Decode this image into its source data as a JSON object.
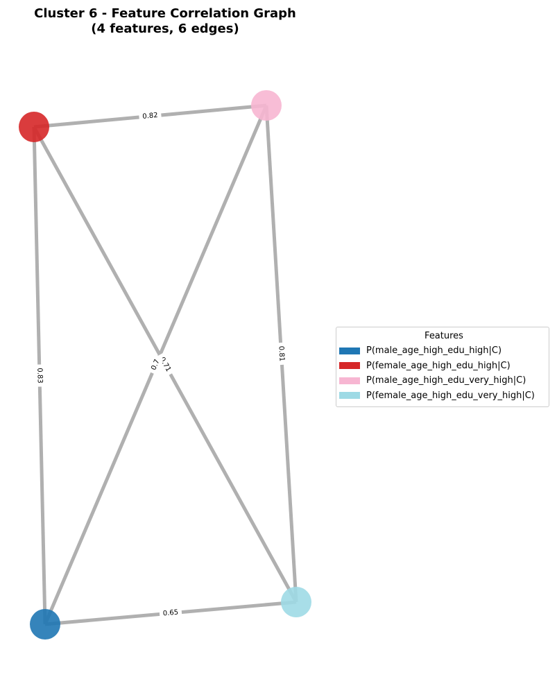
{
  "title": {
    "line1": "Cluster 6 - Feature Correlation Graph",
    "line2": "(4 features, 6 edges)"
  },
  "legend": {
    "title": "Features",
    "items": [
      {
        "label": "P(male_age_high_edu_high|C)",
        "color": "#1f77b4"
      },
      {
        "label": "P(female_age_high_edu_high|C)",
        "color": "#d62728"
      },
      {
        "label": "P(male_age_high_edu_very_high|C)",
        "color": "#f7b6d2"
      },
      {
        "label": "P(female_age_high_edu_very_high|C)",
        "color": "#9edae5"
      }
    ]
  },
  "nodes": [
    {
      "id": "male_high",
      "color": "#1f77b4"
    },
    {
      "id": "female_high",
      "color": "#d62728"
    },
    {
      "id": "male_very_high",
      "color": "#f7b6d2"
    },
    {
      "id": "female_very_high",
      "color": "#9edae5"
    }
  ],
  "edges": [
    {
      "source": "female_high",
      "target": "male_very_high",
      "label": "0.82"
    },
    {
      "source": "female_high",
      "target": "male_high",
      "label": "0.83"
    },
    {
      "source": "male_very_high",
      "target": "female_very_high",
      "label": "0.81"
    },
    {
      "source": "male_high",
      "target": "female_very_high",
      "label": "0.65"
    },
    {
      "source": "female_high",
      "target": "female_very_high",
      "label": "0.71"
    },
    {
      "source": "male_very_high",
      "target": "male_high",
      "label": "0.7"
    }
  ]
}
